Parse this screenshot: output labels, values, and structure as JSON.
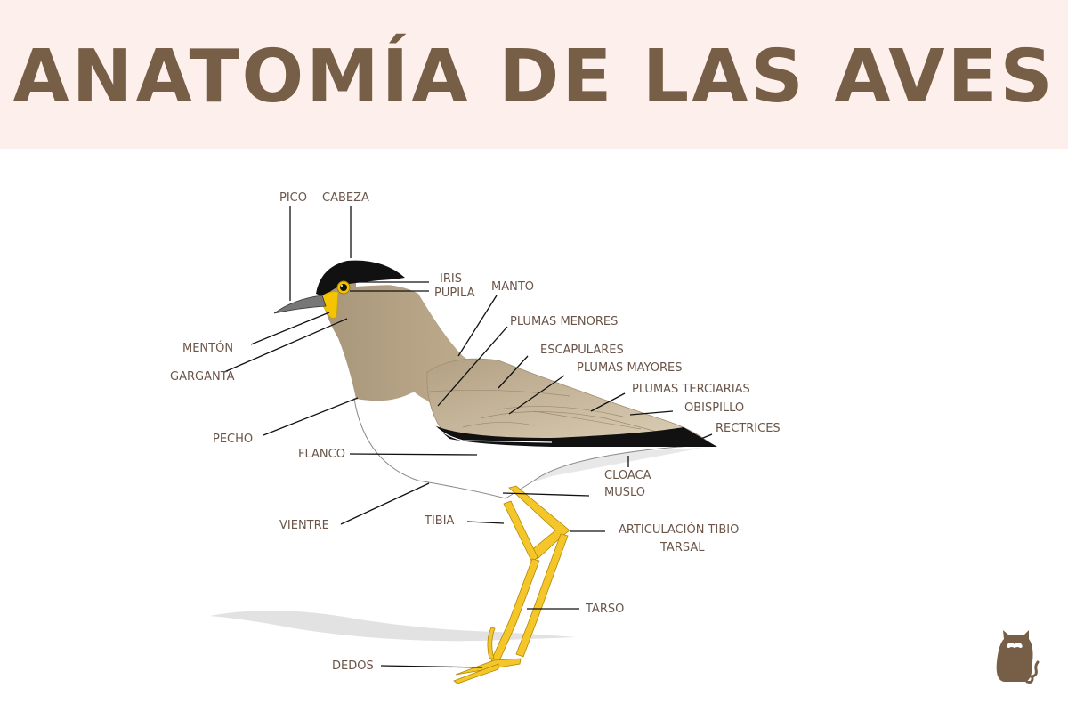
{
  "header": {
    "title": "ANATOMÍA DE LAS AVES",
    "background": "#fdf0ec",
    "text_color": "#775e47"
  },
  "diagram": {
    "subject": "bird",
    "labels": {
      "pico": "PICO",
      "cabeza": "CABEZA",
      "iris": "IRIS",
      "pupila": "PUPILA",
      "manto": "MANTO",
      "plumas_menores": "PLUMAS MENORES",
      "escapulares": "ESCAPULARES",
      "plumas_mayores": "PLUMAS MAYORES",
      "plumas_terciarias": "PLUMAS TERCIARIAS",
      "obispillo": "OBISPILLO",
      "rectrices": "RECTRICES",
      "menton": "MENTÓN",
      "garganta": "GARGANTA",
      "pecho": "PECHO",
      "flanco": "FLANCO",
      "cloaca": "CLOACA",
      "muslo": "MUSLO",
      "vientre": "VIENTRE",
      "tibia": "TIBIA",
      "articulacion_line1": "ARTICULACIÓN TIBIO-",
      "articulacion_line2": "TARSAL",
      "tarso": "TARSO",
      "dedos": "DEDOS"
    },
    "colors": {
      "body": "#b5a285",
      "wing": "#c9b99c",
      "crown": "#111111",
      "legs": "#f2c21c",
      "label_text": "#6b5548",
      "logo": "#775e47"
    }
  },
  "logo": {
    "icon": "cat-logo-icon"
  }
}
